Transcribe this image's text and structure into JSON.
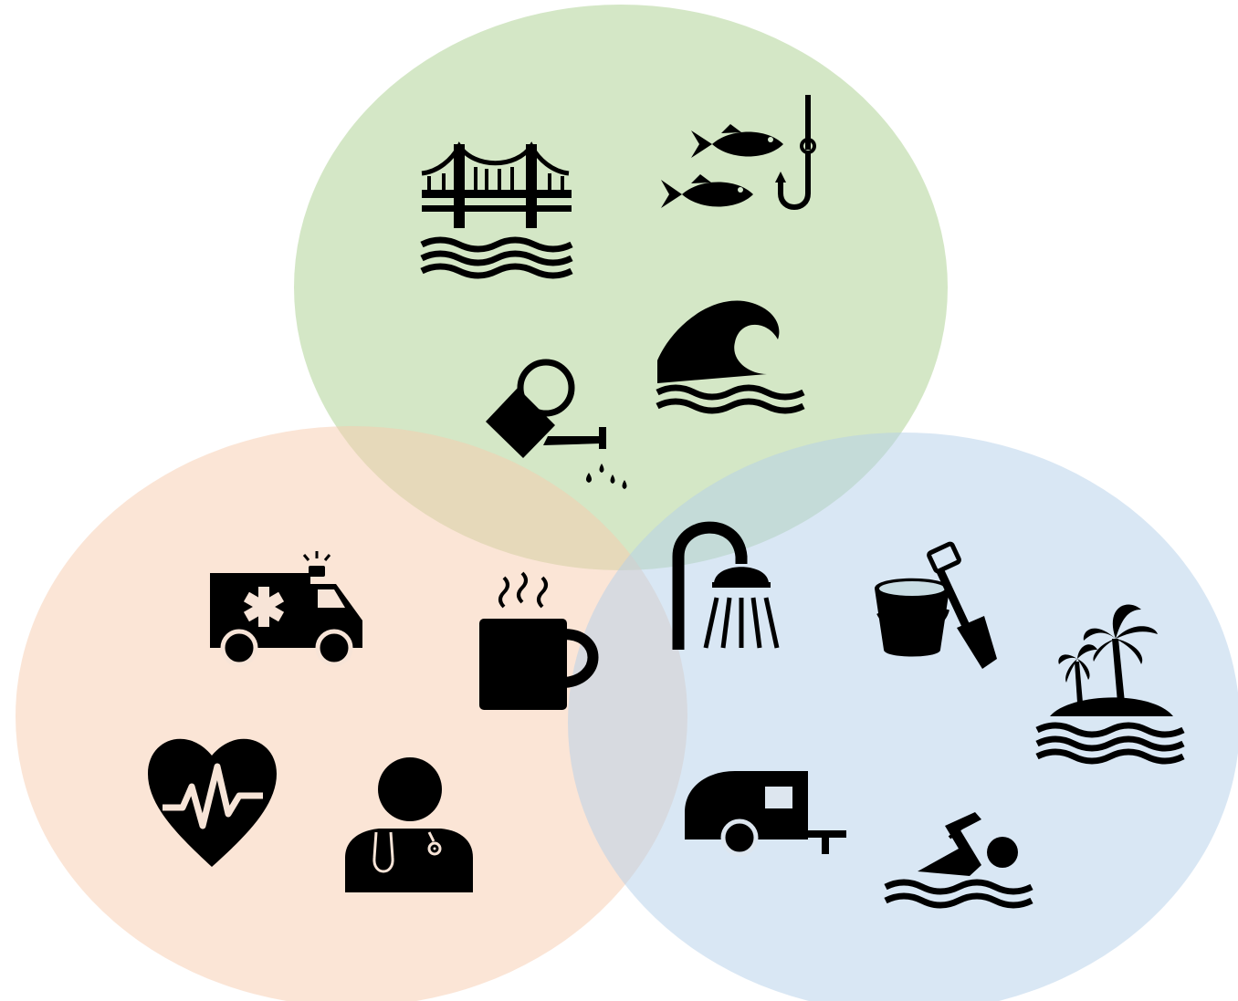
{
  "diagram": {
    "type": "venn-3",
    "colors": {
      "top_circle": "#a9d08e",
      "left_circle": "#f8cbad",
      "right_circle": "#b4cfe9",
      "icon": "#000000"
    },
    "circles": [
      {
        "id": "top",
        "icons": [
          "bridge-over-water-icon",
          "fish-and-hook-icon",
          "watering-can-icon",
          "ocean-wave-icon"
        ]
      },
      {
        "id": "left",
        "icons": [
          "ambulance-icon",
          "heart-rate-icon",
          "doctor-icon"
        ]
      },
      {
        "id": "right",
        "icons": [
          "sand-bucket-and-shovel-icon",
          "palm-tree-island-icon",
          "camper-trailer-icon",
          "swimmer-icon"
        ]
      }
    ],
    "overlaps": [
      {
        "between": [
          "left",
          "right"
        ],
        "icons": [
          "hot-drink-mug-icon"
        ]
      },
      {
        "between": [
          "top",
          "right"
        ],
        "icons": [
          "shower-icon"
        ]
      }
    ]
  }
}
